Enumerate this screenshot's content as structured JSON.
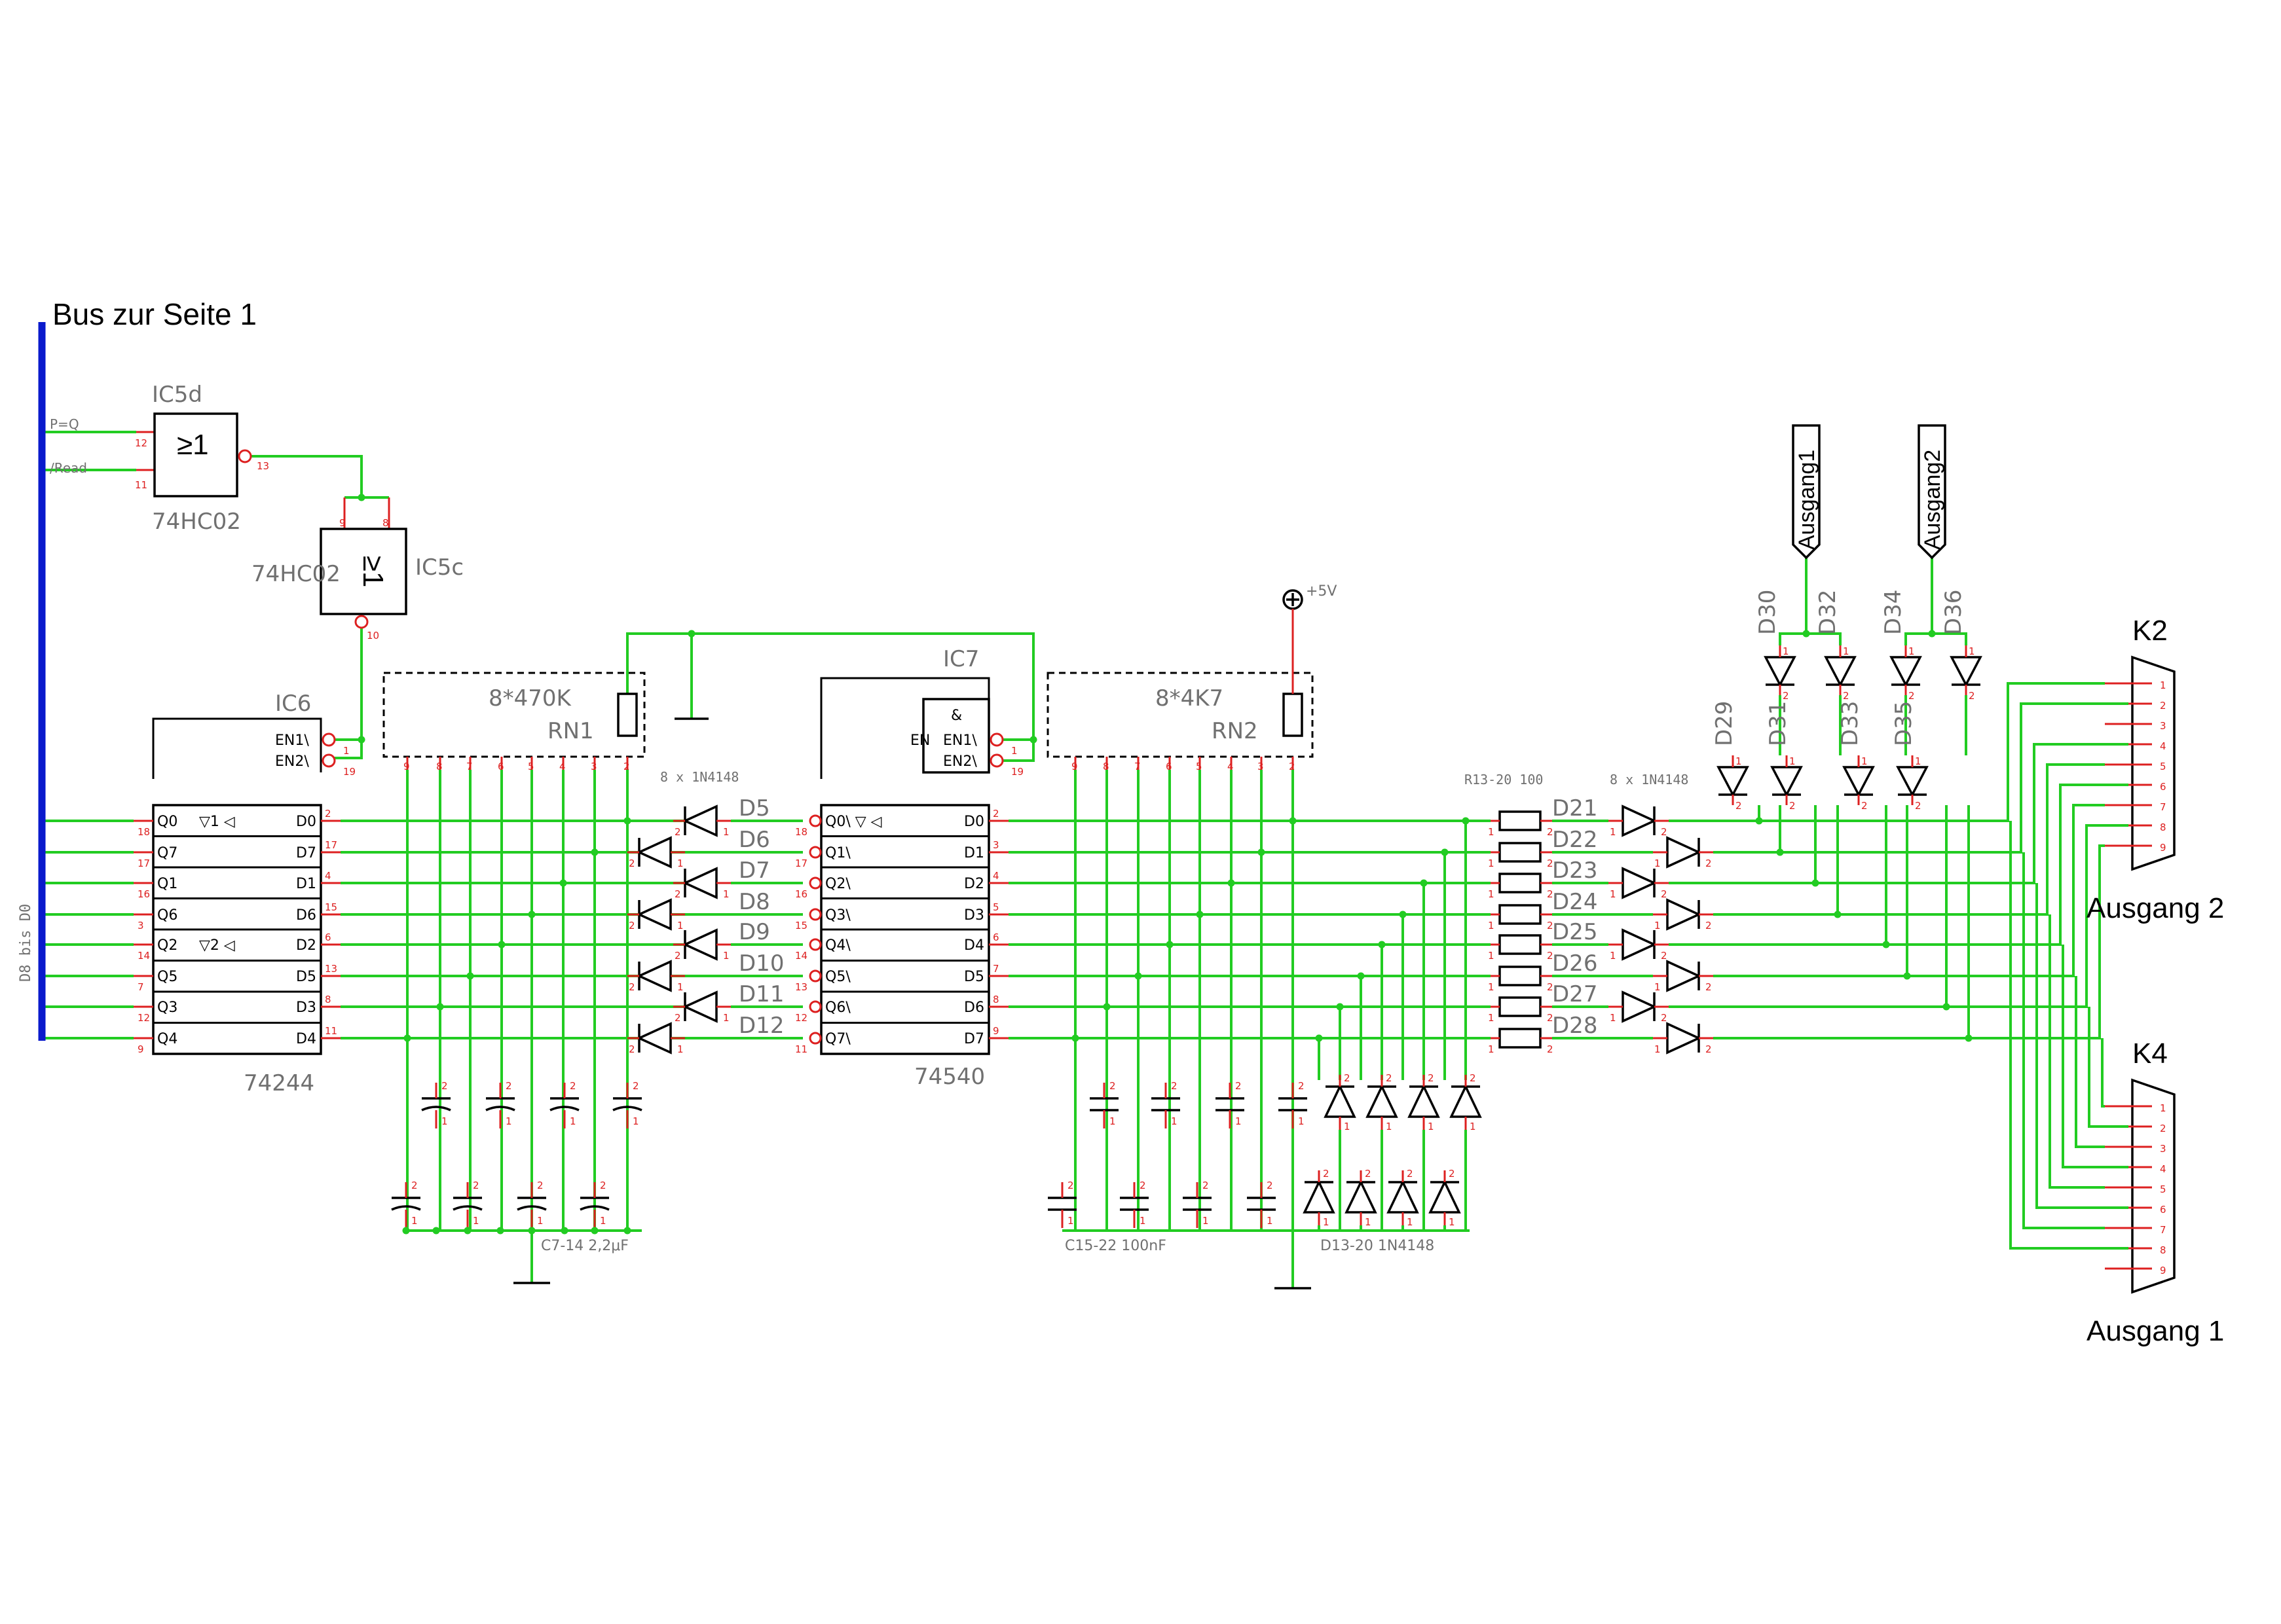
{
  "title": "Bus zur Seite 1",
  "bus": {
    "label": "D8 bis D0",
    "signals": [
      {
        "label": "P=Q",
        "pin": "12"
      },
      {
        "label": "/Read",
        "pin": "11"
      }
    ]
  },
  "gates": [
    {
      "ref": "IC5d",
      "part": "74HC02",
      "symbol": "≥1",
      "out_pin": "13"
    },
    {
      "ref": "IC5c",
      "part": "74HC02",
      "symbol": "≥1",
      "in_pins": [
        "9",
        "8"
      ],
      "out_pin": "10"
    }
  ],
  "ic6": {
    "ref": "IC6",
    "part": "74244",
    "enables": [
      {
        "label": "EN1\\",
        "pin": "1"
      },
      {
        "label": "EN2\\",
        "pin": "19"
      }
    ],
    "rows": [
      {
        "left": "Q0",
        "lp": "18",
        "mid": "▽1   ◁",
        "right": "D0",
        "rp": "2"
      },
      {
        "left": "Q7",
        "lp": "17",
        "mid": "",
        "right": "D7",
        "rp": "17"
      },
      {
        "left": "Q1",
        "lp": "16",
        "mid": "",
        "right": "D1",
        "rp": "4"
      },
      {
        "left": "Q6",
        "lp": "3",
        "mid": "",
        "right": "D6",
        "rp": "15"
      },
      {
        "left": "Q2",
        "lp": "14",
        "mid": "▽2   ◁",
        "right": "D2",
        "rp": "6"
      },
      {
        "left": "Q5",
        "lp": "7",
        "mid": "",
        "right": "D5",
        "rp": "13"
      },
      {
        "left": "Q3",
        "lp": "12",
        "mid": "",
        "right": "D3",
        "rp": "8"
      },
      {
        "left": "Q4",
        "lp": "9",
        "mid": "",
        "right": "D4",
        "rp": "11"
      }
    ]
  },
  "ic7": {
    "ref": "IC7",
    "part": "74540",
    "enables": [
      {
        "label": "EN1\\",
        "pin": "1"
      },
      {
        "label": "EN2\\",
        "pin": "19"
      }
    ],
    "and_symbol": "&",
    "rows": [
      {
        "left": "Q0\\ ▽   ◁",
        "lp": "18",
        "right": "D0",
        "rp": "2"
      },
      {
        "left": "Q1\\",
        "lp": "17",
        "right": "D1",
        "rp": "3"
      },
      {
        "left": "Q2\\",
        "lp": "16",
        "right": "D2",
        "rp": "4"
      },
      {
        "left": "Q3\\",
        "lp": "15",
        "right": "D3",
        "rp": "5"
      },
      {
        "left": "Q4\\",
        "lp": "14",
        "right": "D4",
        "rp": "6"
      },
      {
        "left": "Q5\\",
        "lp": "13",
        "right": "D5",
        "rp": "7"
      },
      {
        "left": "Q6\\",
        "lp": "12",
        "right": "D6",
        "rp": "8"
      },
      {
        "left": "Q7\\",
        "lp": "11",
        "right": "D7",
        "rp": "9"
      }
    ]
  },
  "rn1": {
    "ref": "RN1",
    "value": "8*470K",
    "pins": [
      "9",
      "8",
      "7",
      "6",
      "5",
      "4",
      "3",
      "2"
    ]
  },
  "rn2": {
    "ref": "RN2",
    "value": "8*4K7",
    "pins": [
      "9",
      "8",
      "7",
      "6",
      "5",
      "4",
      "3",
      "2"
    ]
  },
  "diodes_mid": {
    "header": "8 x 1N4148",
    "labels": [
      "D5",
      "D6",
      "D7",
      "D8",
      "D9",
      "D10",
      "D11",
      "D12"
    ]
  },
  "resistors": {
    "label": "R13-20 100"
  },
  "diodes_right": {
    "header": "8 x 1N4148",
    "labels": [
      "D21",
      "D22",
      "D23",
      "D24",
      "D25",
      "D26",
      "D27",
      "D28"
    ]
  },
  "caps_left": {
    "label": "C7-14   2,2μF"
  },
  "caps_mid": {
    "label": "C15-22   100nF"
  },
  "diodes_clamp": {
    "label": "D13-20   1N4148"
  },
  "supply": {
    "label": "+5V"
  },
  "outputs_top": [
    {
      "label": "Ausgang1",
      "diodes": [
        "D30",
        "D32"
      ],
      "lower": [
        "D29",
        "D31"
      ]
    },
    {
      "label": "Ausgang2",
      "diodes": [
        "D34",
        "D36"
      ],
      "lower": [
        "D33",
        "D35"
      ]
    }
  ],
  "connectors": [
    {
      "ref": "K2",
      "caption": "Ausgang 2",
      "pins": [
        "1",
        "2",
        "3",
        "4",
        "5",
        "6",
        "7",
        "8",
        "9"
      ]
    },
    {
      "ref": "K4",
      "caption": "Ausgang 1",
      "pins": [
        "1",
        "2",
        "3",
        "4",
        "5",
        "6",
        "7",
        "8",
        "9"
      ]
    }
  ],
  "colors": {
    "wire": "#22cc22",
    "bus": "#0a1acc",
    "pin": "#dd2020",
    "text": "#707070"
  }
}
